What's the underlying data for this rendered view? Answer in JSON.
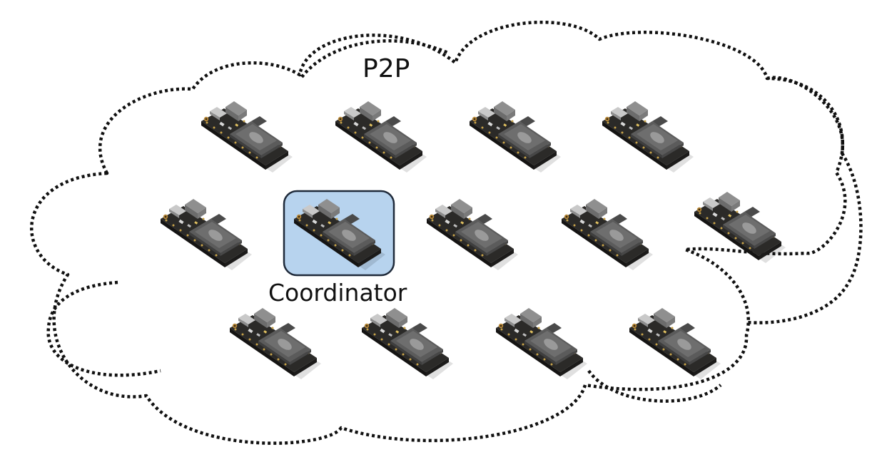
{
  "diagram": {
    "network_label": "P2P",
    "coordinator_label": "Coordinator",
    "colors": {
      "cloud_outline": "#111111",
      "coordinator_highlight": "#b7d3ee",
      "board_pcb": "#2b2a28",
      "board_module": "#5b5b5b"
    },
    "node_icon": "esp32-dev-board-icon",
    "rows": [
      {
        "nodes": 4,
        "coordinator_index": null
      },
      {
        "nodes": 5,
        "coordinator_index": 1
      },
      {
        "nodes": 4,
        "coordinator_index": null
      }
    ]
  }
}
